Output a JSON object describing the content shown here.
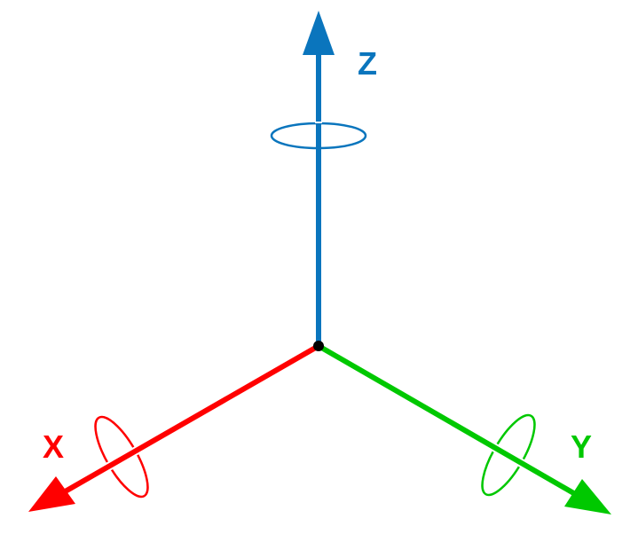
{
  "axes": {
    "x": {
      "label": "X",
      "color": "#ff0000"
    },
    "y": {
      "label": "Y",
      "color": "#00c800"
    },
    "z": {
      "label": "Z",
      "color": "#0a75bd"
    }
  },
  "origin_color": "#000000"
}
